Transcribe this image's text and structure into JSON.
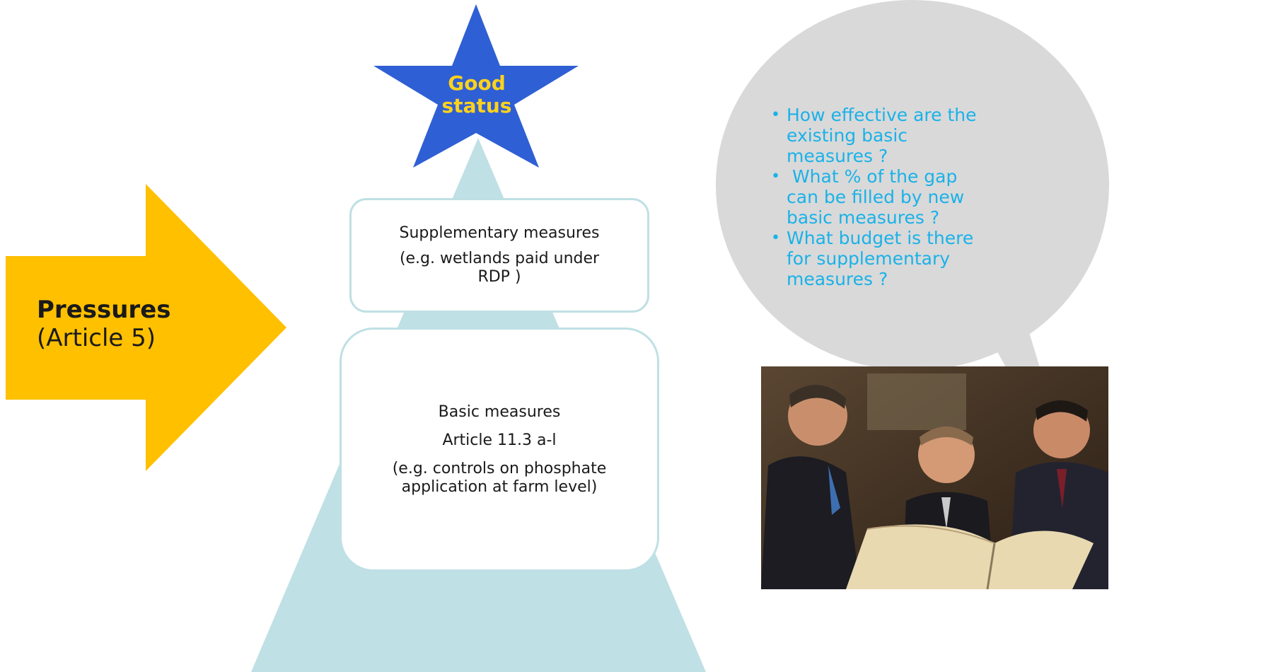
{
  "star": {
    "label_line1": "Good",
    "label_line2": "status",
    "fill_color": "#2f5fd4",
    "text_color": "#ffd21c"
  },
  "pressures": {
    "title": "Pressures",
    "subtitle": "(Article 5)",
    "arrow_color": "#ffc000"
  },
  "pyramid": {
    "color": "#bfe0e4",
    "supplementary": {
      "line1": "Supplementary measures",
      "line2": "(e.g. wetlands paid under",
      "line3": "RDP )"
    },
    "basic": {
      "line1": "Basic measures",
      "line2": "Article 11.3 a-l",
      "line3": "(e.g. controls on phosphate",
      "line4": "application at farm level)"
    }
  },
  "bubble": {
    "color": "#d9d9d9",
    "text_color": "#1ab2e8",
    "bullet": "•",
    "items": [
      {
        "lines": [
          "How effective are the",
          "existing basic",
          "measures ?"
        ]
      },
      {
        "lines": [
          " What % of the gap",
          "can be filled by new",
          "basic measures ?"
        ]
      },
      {
        "lines": [
          "What budget is there",
          "for supplementary",
          "measures ?"
        ]
      }
    ]
  },
  "photo": {
    "icon": "photo-three-men-reading-book"
  }
}
